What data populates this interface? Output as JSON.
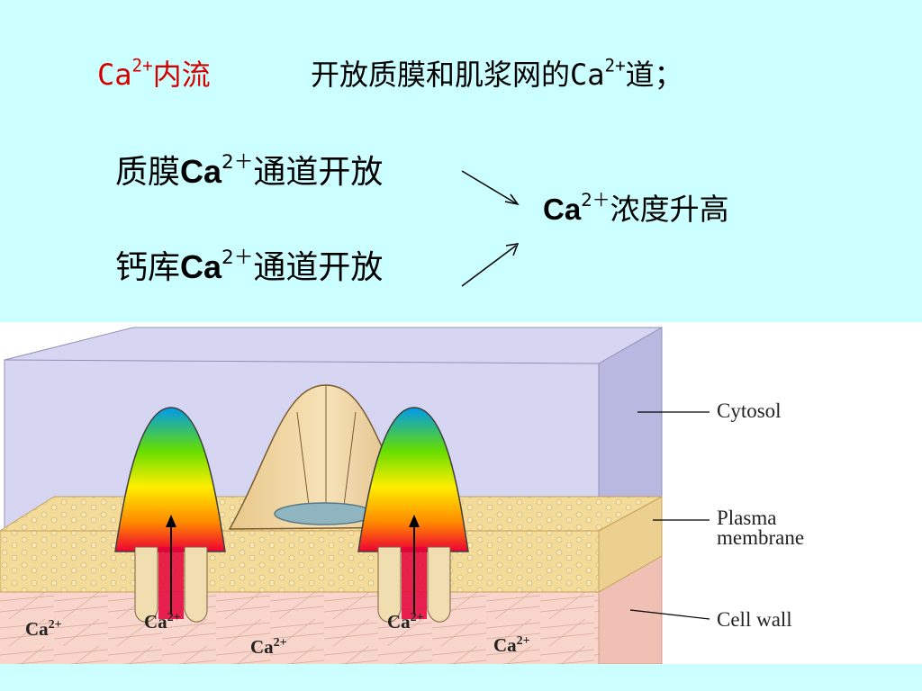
{
  "title": {
    "left_prefix": "Ca",
    "left_sup": "2+",
    "left_suffix": "内流",
    "right_prefix": "开放质膜和肌浆网的Ca",
    "right_sup": "2+",
    "right_suffix": "道；"
  },
  "causes": [
    {
      "prefix": "质膜",
      "ion": "Ca",
      "sup": "2＋",
      "suffix": "通道开放"
    },
    {
      "prefix": "钙库",
      "ion": "Ca",
      "sup": "2＋",
      "suffix": "通道开放"
    }
  ],
  "result": {
    "ion": "Ca",
    "sup": "2＋",
    "suffix": "浓度升高"
  },
  "figure": {
    "labels": {
      "cytosol": "Cytosol",
      "plasma_1": "Plasma",
      "plasma_2": "membrane",
      "cell_wall": "Cell wall"
    },
    "ion_label": "Ca",
    "ion_sup": "2+",
    "colors": {
      "channel_top": "#00aaff",
      "channel_mid": "#66dd00",
      "channel_low": "#ffee00",
      "channel_base": "#ee0033",
      "membrane": "#f3dc9a",
      "wall": "#f8d0c8",
      "cytosol": "#c8c8f0"
    }
  }
}
